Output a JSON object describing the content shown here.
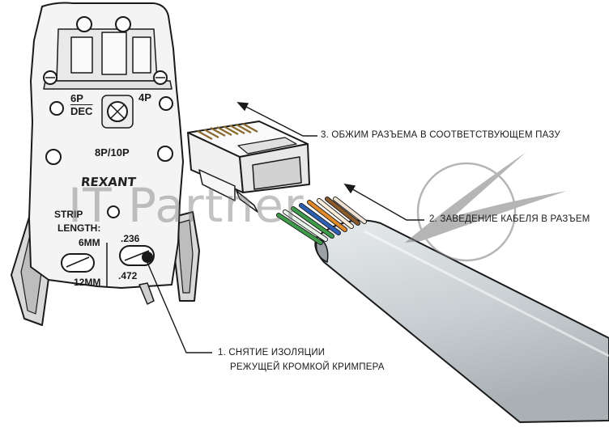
{
  "tool": {
    "brand": "REXANT",
    "label_6p": "6P",
    "label_dec": "DEC",
    "label_4p": "4P",
    "label_8p10p": "8P/10P",
    "strip": "STRIP",
    "length": "LENGTH:",
    "mm6": "6MM",
    "mm12": "12MM",
    "in236": ".236",
    "in472": ".472"
  },
  "steps": [
    {
      "line1": "1. СНЯТИЕ ИЗОЛЯЦИИ",
      "line2": "РЕЖУЩЕЙ КРОМКОЙ КРИМПЕРА"
    },
    {
      "line1": "2. ЗАВЕДЕНИЕ КАБЕЛЯ В РАЗЪЕМ"
    },
    {
      "line1": "3. ОБЖИМ РАЗЪЕМА В СООТВЕТСТВУЮЩЕМ ПАЗУ"
    }
  ],
  "watermark": {
    "text": "IT Partner"
  },
  "colors": {
    "ink": "#1a1a1a",
    "tool_fill": "#f2f2f2",
    "cable_fill": "#c9cfd2",
    "wire_green": "#3e9b4a",
    "wire_blue": "#2d5fb3",
    "wire_orange": "#e08a2c",
    "wire_brown": "#8a5a2b",
    "watermark": "#8a8a8a"
  }
}
